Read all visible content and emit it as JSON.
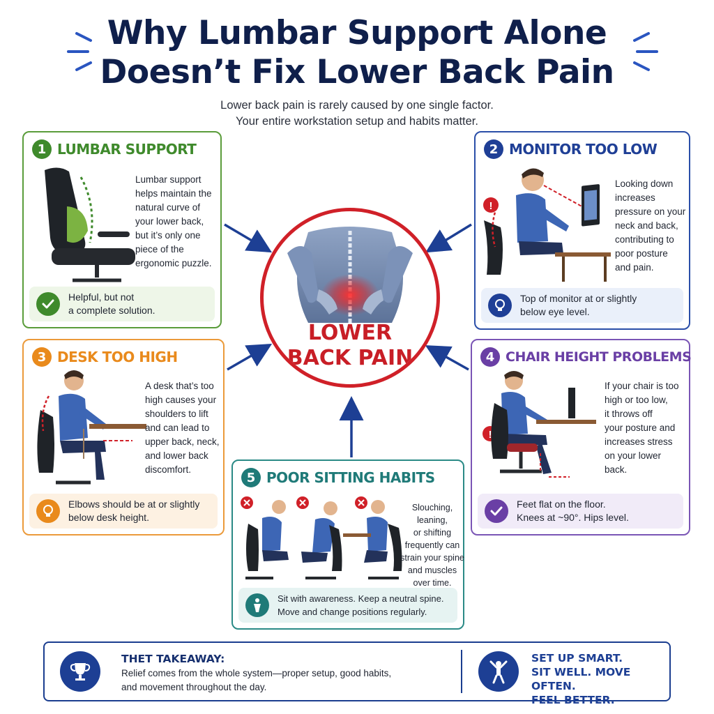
{
  "title": {
    "line1": "Why Lumbar Support Alone",
    "line2": "Doesn’t Fix Lower Back Pain"
  },
  "subtitle": {
    "line1": "Lower back pain is rarely caused by one single factor.",
    "line2": "Your entire workstation setup and habits matter."
  },
  "center": {
    "line1": "LOWER",
    "line2": "BACK PAIN"
  },
  "cards": {
    "lumbar": {
      "number": "1",
      "title": "LUMBAR SUPPORT",
      "body": [
        "Lumbar support",
        "helps maintain the",
        "natural curve of",
        "your lower back,",
        "but it’s only one",
        "piece of the",
        "ergonomic puzzle."
      ],
      "tip": "Helpful, but not\na complete solution.",
      "color": "#3f8a2c"
    },
    "monitor": {
      "number": "2",
      "title": "MONITOR TOO LOW",
      "body": [
        "Looking down",
        "increases",
        "pressure on your",
        "neck and back,",
        "contributing to",
        "poor posture",
        "and pain."
      ],
      "tip": "Top of monitor at or slightly\nbelow eye level.",
      "color": "#1f3f96"
    },
    "desk": {
      "number": "3",
      "title": "DESK TOO HIGH",
      "body": [
        "A desk that’s too",
        "high causes your",
        "shoulders to lift",
        "and can lead to",
        "upper back, neck,",
        "and lower back",
        "discomfort."
      ],
      "tip": "Elbows should be at or slightly\nbelow desk height.",
      "color": "#e98a1c"
    },
    "chair": {
      "number": "4",
      "title": "CHAIR HEIGHT PROBLEMS",
      "body": [
        "If your chair is too",
        "high or too low,",
        "it throws off",
        "your posture and",
        "increases stress",
        "on your lower",
        "back."
      ],
      "tip": "Feet flat on the floor.\nKnees at ~90°. Hips level.",
      "color": "#6a3fa5"
    },
    "habits": {
      "number": "5",
      "title": "POOR SITTING HABITS",
      "body": [
        "Slouching,",
        "leaning,",
        "or shifting",
        "frequently can",
        "strain your spine",
        "and muscles",
        "over time."
      ],
      "tip": "Sit with awareness. Keep a neutral spine.\nMove and change positions regularly.",
      "color": "#1f7a78"
    }
  },
  "footer": {
    "heading": "THET TAKEAWAY:",
    "text_line1": "Relief comes from the whole system—proper setup, good habits,",
    "text_line2": "and movement throughout the day.",
    "slogan": [
      "SET UP SMART.",
      "SIT WELL. MOVE OFTEN.",
      "FEEL BETTER."
    ]
  },
  "colors": {
    "navy": "#0f1f4b",
    "red": "#d02028",
    "arrow": "#1d3f94"
  },
  "icons": {
    "check": "check-icon",
    "bulb": "lightbulb-icon",
    "trophy": "trophy-icon",
    "person": "person-icon",
    "warning": "warning-icon",
    "x": "x-mark-icon"
  }
}
